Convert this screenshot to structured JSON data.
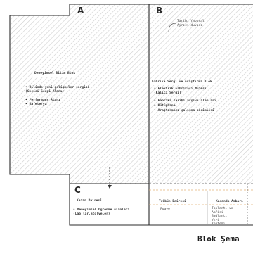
{
  "blocks": {
    "a": {
      "letter": "A",
      "heading": "Deneyimsel Bilim Blok",
      "items": [
        "Bilimde yeni gelişmeler sergisi\n(Geçici Sergi Alanı)",
        "Performans Alanı",
        "Kafeterya"
      ]
    },
    "b": {
      "letter": "B",
      "annotation": "Tarihi Yapısal\nAyrıcı duvarı",
      "heading": "Fabrika Sergi ve Araştırma Blok",
      "items": [
        "Elektrik Fabrikası Müzesi\n(Kalıcı Sergi)",
        "Fabrika Tarihi arşivi alanları",
        "Kütüphane",
        "Araştırmacı çalışma birimleri"
      ]
    },
    "c": {
      "letter": "C",
      "heading": "Kazan Dairesi",
      "items": [
        "Deneyimsel Öğrenme Alanları\n(Lab.lar,atölyeler)"
      ]
    },
    "bottom_right": {
      "left_heading": "Tribün Dairesi",
      "left_sub": "Fuaye",
      "right_heading": "Kasanda Ambarı",
      "right_sub": "Toplantı ve\nAmfisi\nBağlantı\nYeri\nYöntemi"
    }
  },
  "title": "Blok Şema",
  "colors": {
    "outline": "#2b2b2b",
    "hatch": "#c9c9c9",
    "accent_dash": "#e3b17a",
    "text": "#333333"
  }
}
